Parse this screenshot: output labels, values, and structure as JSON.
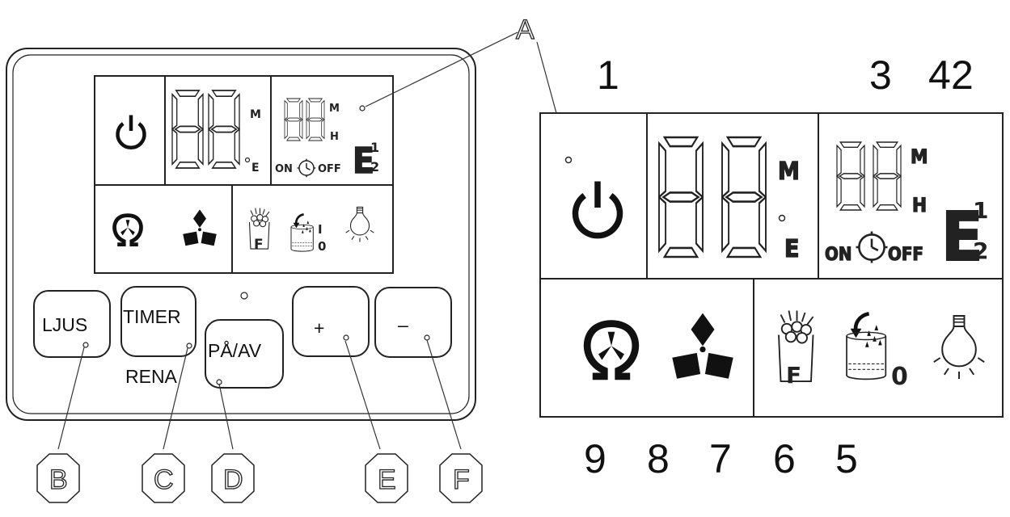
{
  "control_panel": {
    "buttons": {
      "light": "LJUS",
      "timer": "TIMER",
      "clean": "RENA",
      "power": "PÅ/AV",
      "plus": "+",
      "minus": "–"
    },
    "callouts": {
      "a": "A",
      "b": "B",
      "c": "C",
      "d": "D",
      "e": "E",
      "f": "F"
    }
  },
  "display_symbols": {
    "unit_m": "M",
    "unit_h": "H",
    "on": "ON",
    "off": "OFF",
    "error_e": "E",
    "err_1": "1",
    "err_2": "2",
    "filter_f": "F",
    "switch_on": "I",
    "switch_off": "0",
    "unit_c": "E"
  },
  "enlarged_display": {
    "numbers_top": {
      "n1": "1",
      "n3": "3",
      "n4": "4",
      "n2": "2"
    },
    "numbers_bottom": {
      "n9": "9",
      "n8": "8",
      "n7": "7",
      "n6": "6",
      "n5": "5"
    }
  },
  "colors": {
    "line": "#222222",
    "background": "#ffffff"
  }
}
